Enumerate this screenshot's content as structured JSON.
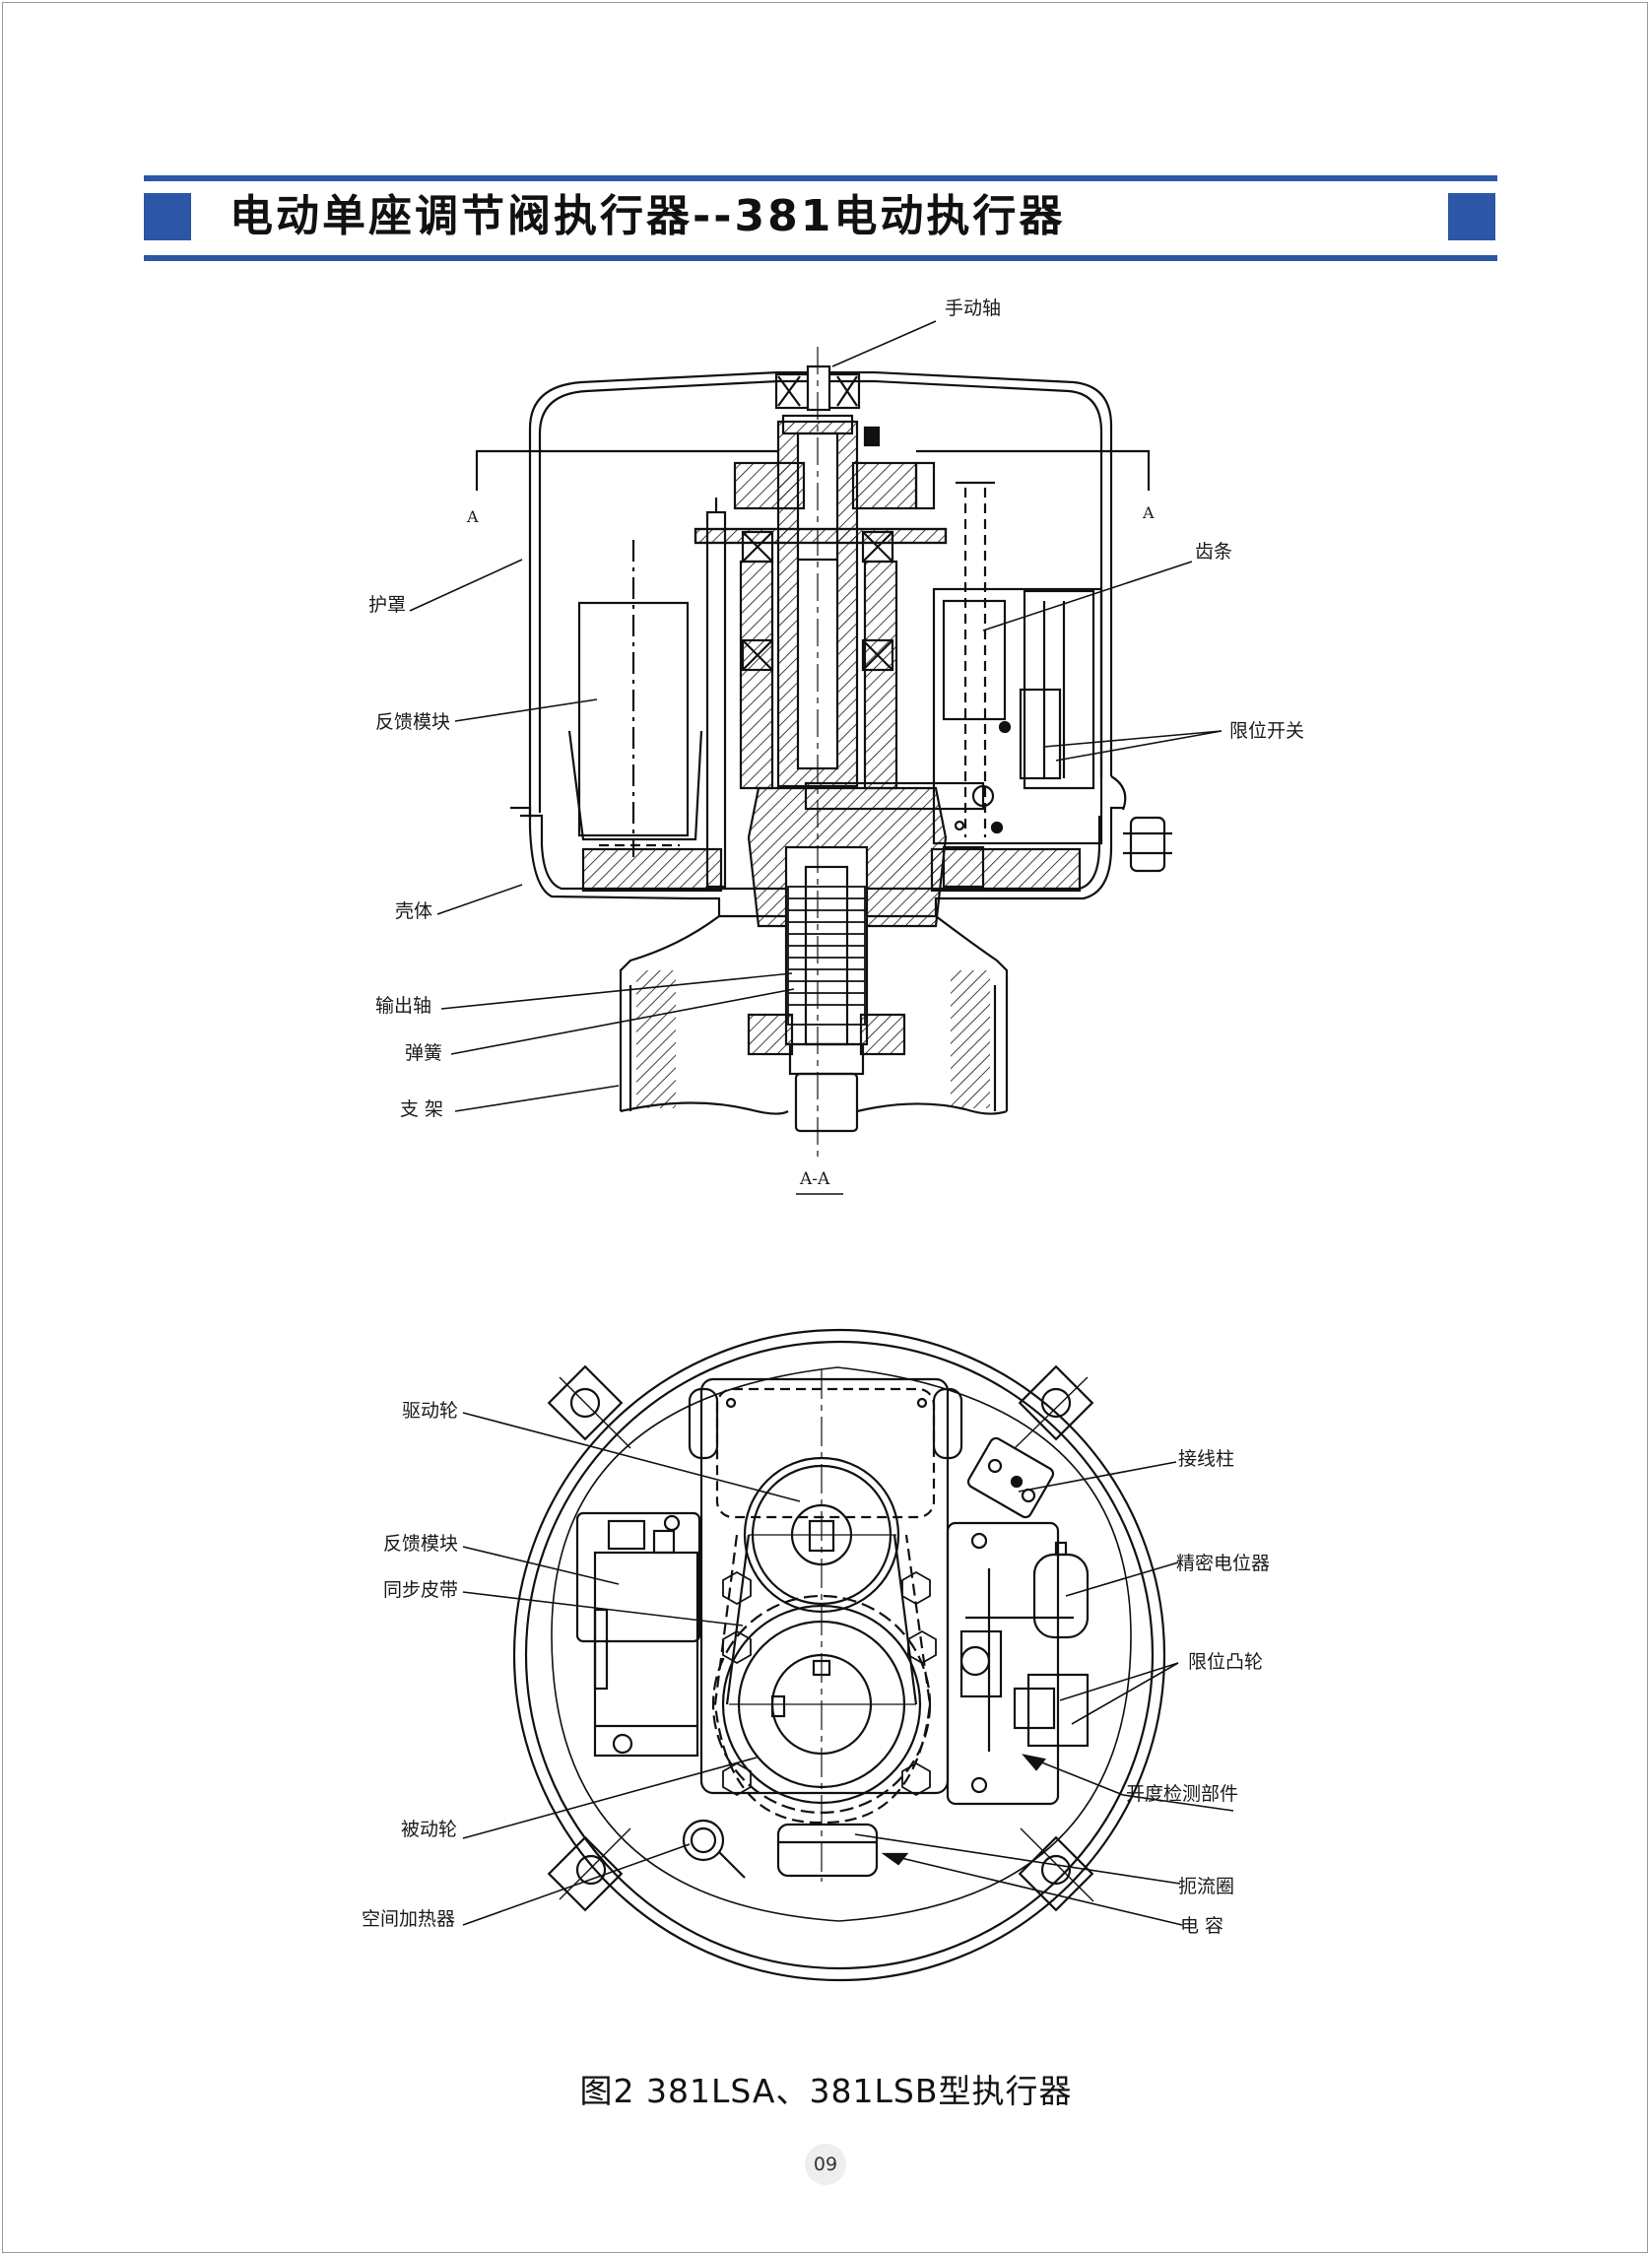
{
  "header": {
    "title": "电动单座调节阀执行器--381电动执行器"
  },
  "section_view": {
    "mark_left": "A",
    "mark_right": "A",
    "section_caption": "A-A",
    "labels": {
      "manual_shaft": "手动轴",
      "rack": "齿条",
      "cover": "护罩",
      "feedback_module": "反馈模块",
      "limit_switch": "限位开关",
      "housing": "壳体",
      "output_shaft": "输出轴",
      "spring": "弹簧",
      "bracket": "支 架"
    }
  },
  "top_view": {
    "labels": {
      "drive_wheel": "驱动轮",
      "terminal": "接线柱",
      "feedback_module": "反馈模块",
      "precision_pot": "精密电位器",
      "sync_belt": "同步皮带",
      "limit_cam": "限位凸轮",
      "opening_detect": "开度检测部件",
      "driven_wheel": "被动轮",
      "choke_coil": "扼流圈",
      "space_heater": "空间加热器",
      "capacitor": "电 容"
    }
  },
  "figure_caption": "图2 381LSA、381LSB型执行器",
  "page_number": "09"
}
